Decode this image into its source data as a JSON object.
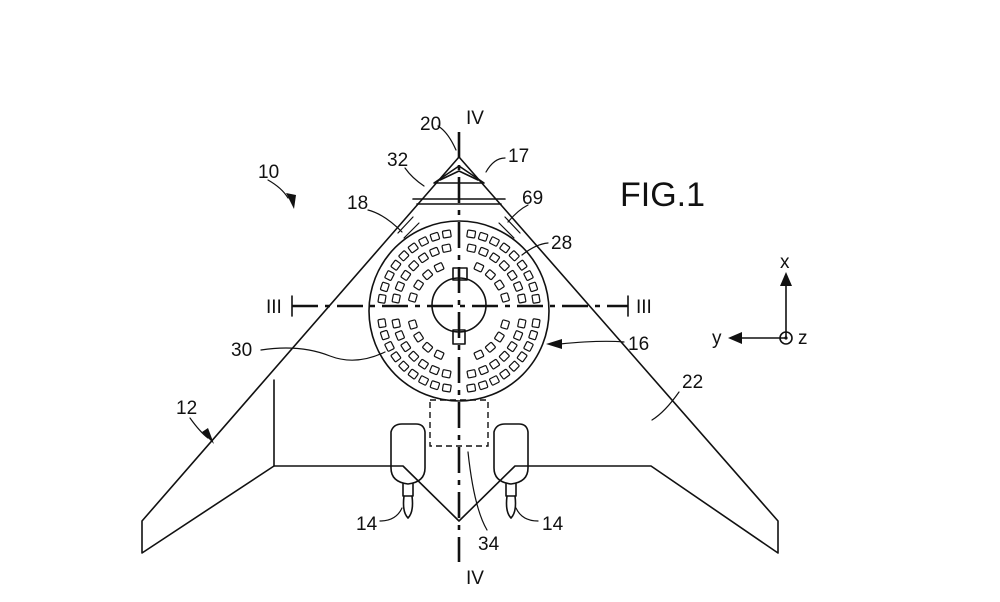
{
  "figure_label": "FIG.1",
  "section_marks": {
    "top": "IV",
    "bottom": "IV",
    "left": "III",
    "right": "III"
  },
  "axes": {
    "x": "x",
    "y": "y",
    "z": "z"
  },
  "reference_numerals": {
    "r10": "10",
    "r12": "12",
    "r14_left": "14",
    "r14_right": "14",
    "r16": "16",
    "r17": "17",
    "r18": "18",
    "r20": "20",
    "r22": "22",
    "r28": "28",
    "r30": "30",
    "r32": "32",
    "r34": "34",
    "r69": "69"
  }
}
